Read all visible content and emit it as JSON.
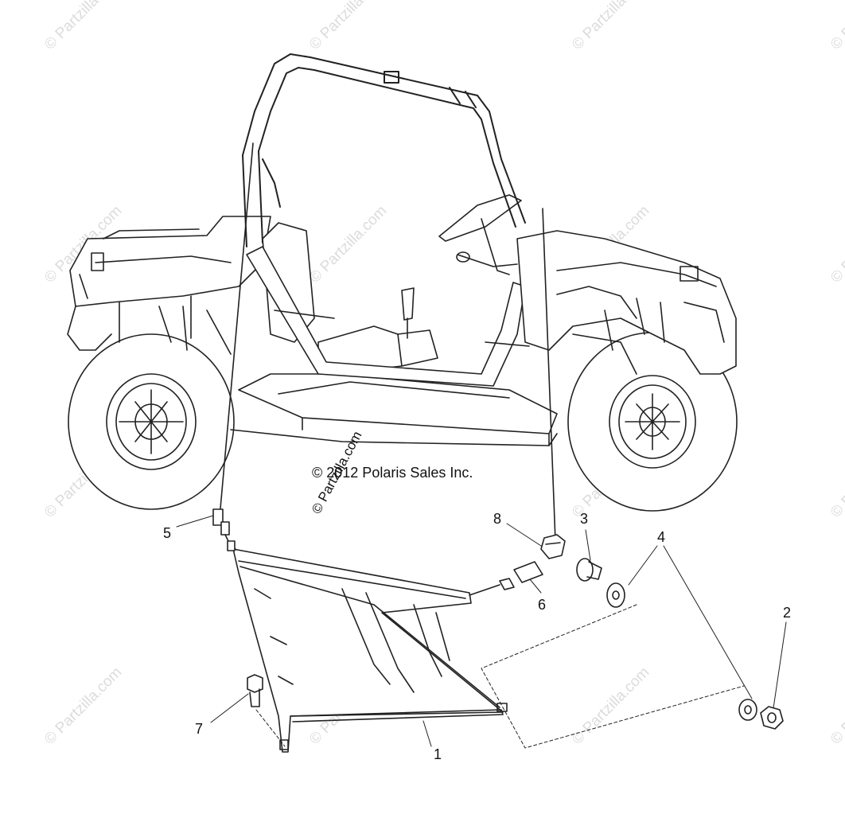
{
  "watermark_text": "© Partzilla.com",
  "overlay_watermark_text": "© Partzilla.com",
  "copyright_text": "© 2012 Polaris Sales Inc.",
  "callouts": {
    "c1": "1",
    "c2": "2",
    "c3": "3",
    "c4": "4",
    "c5": "5",
    "c6": "6",
    "c7": "7",
    "c8": "8"
  },
  "colors": {
    "line": "#222222",
    "watermark": "#dcdcdc",
    "background": "#ffffff"
  }
}
